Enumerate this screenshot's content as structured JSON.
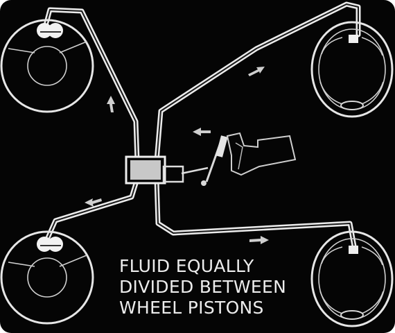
{
  "caption": {
    "line1": "FLUID EQUALLY",
    "line2": "DIVIDED BETWEEN",
    "line3": "WHEEL PISTONS"
  },
  "colors": {
    "background": "#050505",
    "frame": "#ffffff",
    "lines": "#ececec"
  }
}
